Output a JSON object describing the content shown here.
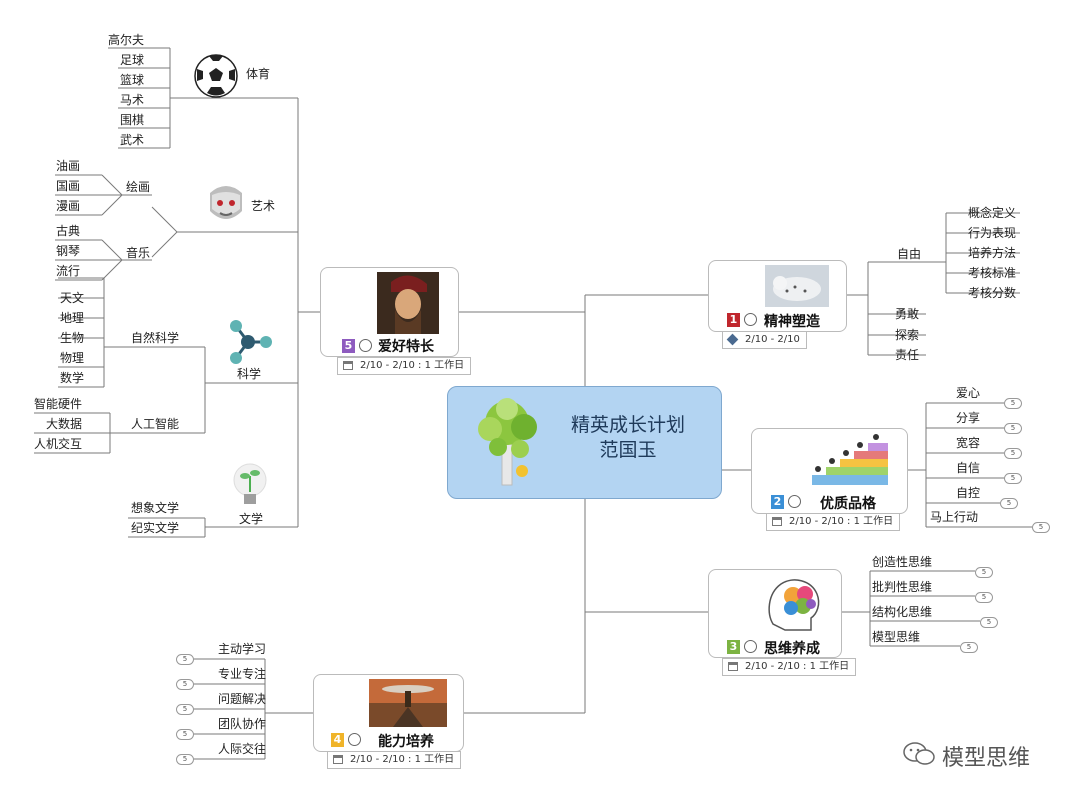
{
  "center": {
    "line1": "精英成长计划",
    "line2": "范国玉"
  },
  "topics": {
    "t1": {
      "num": "1",
      "title": "精神塑造",
      "date": "2/10 - 2/10"
    },
    "t2": {
      "num": "2",
      "title": "优质品格",
      "date": "2/10 - 2/10 : 1 工作日"
    },
    "t3": {
      "num": "3",
      "title": "思维养成",
      "date": "2/10 - 2/10 : 1 工作日"
    },
    "t4": {
      "num": "4",
      "title": "能力培养",
      "date": "2/10 - 2/10 : 1 工作日"
    },
    "t5": {
      "num": "5",
      "title": "爱好特长",
      "date": "2/10 - 2/10 : 1 工作日"
    }
  },
  "jingshen": {
    "ziyou": "自由",
    "ziyou_children": [
      "概念定义",
      "行为表现",
      "培养方法",
      "考核标准",
      "考核分数"
    ],
    "others": [
      "勇敢",
      "探索",
      "责任"
    ]
  },
  "pinge": {
    "items": [
      "爱心",
      "分享",
      "宽容",
      "自信",
      "自控",
      "马上行动"
    ],
    "badge": "5"
  },
  "siwei": {
    "items": [
      "创造性思维",
      "批判性思维",
      "结构化思维",
      "模型思维"
    ],
    "badge": "5"
  },
  "nengli": {
    "items": [
      "主动学习",
      "专业专注",
      "问题解决",
      "团队协作",
      "人际交往"
    ],
    "badge": "5"
  },
  "aihao": {
    "tiyu": {
      "label": "体育",
      "children": [
        "高尔夫",
        "足球",
        "篮球",
        "马术",
        "围棋",
        "武术"
      ]
    },
    "yishu": {
      "label": "艺术",
      "huihua": {
        "label": "绘画",
        "children": [
          "油画",
          "国画",
          "漫画"
        ]
      },
      "yinyue": {
        "label": "音乐",
        "children": [
          "古典",
          "钢琴",
          "流行"
        ]
      }
    },
    "kexue": {
      "label": "科学",
      "ziran": {
        "label": "自然科学",
        "children": [
          "天文",
          "地理",
          "生物",
          "物理",
          "数学"
        ]
      },
      "ai": {
        "label": "人工智能",
        "children": [
          "智能硬件",
          "大数据",
          "人机交互"
        ]
      }
    },
    "wenxue": {
      "label": "文学",
      "children": [
        "想象文学",
        "纪实文学"
      ]
    }
  },
  "watermark": "模型思维",
  "colors": {
    "center_fill": "#b3d4f2",
    "num1": "#c0262d",
    "num2": "#3a8fd6",
    "num3": "#7cb342",
    "num4": "#f0b429",
    "num5": "#8e5bbf"
  }
}
